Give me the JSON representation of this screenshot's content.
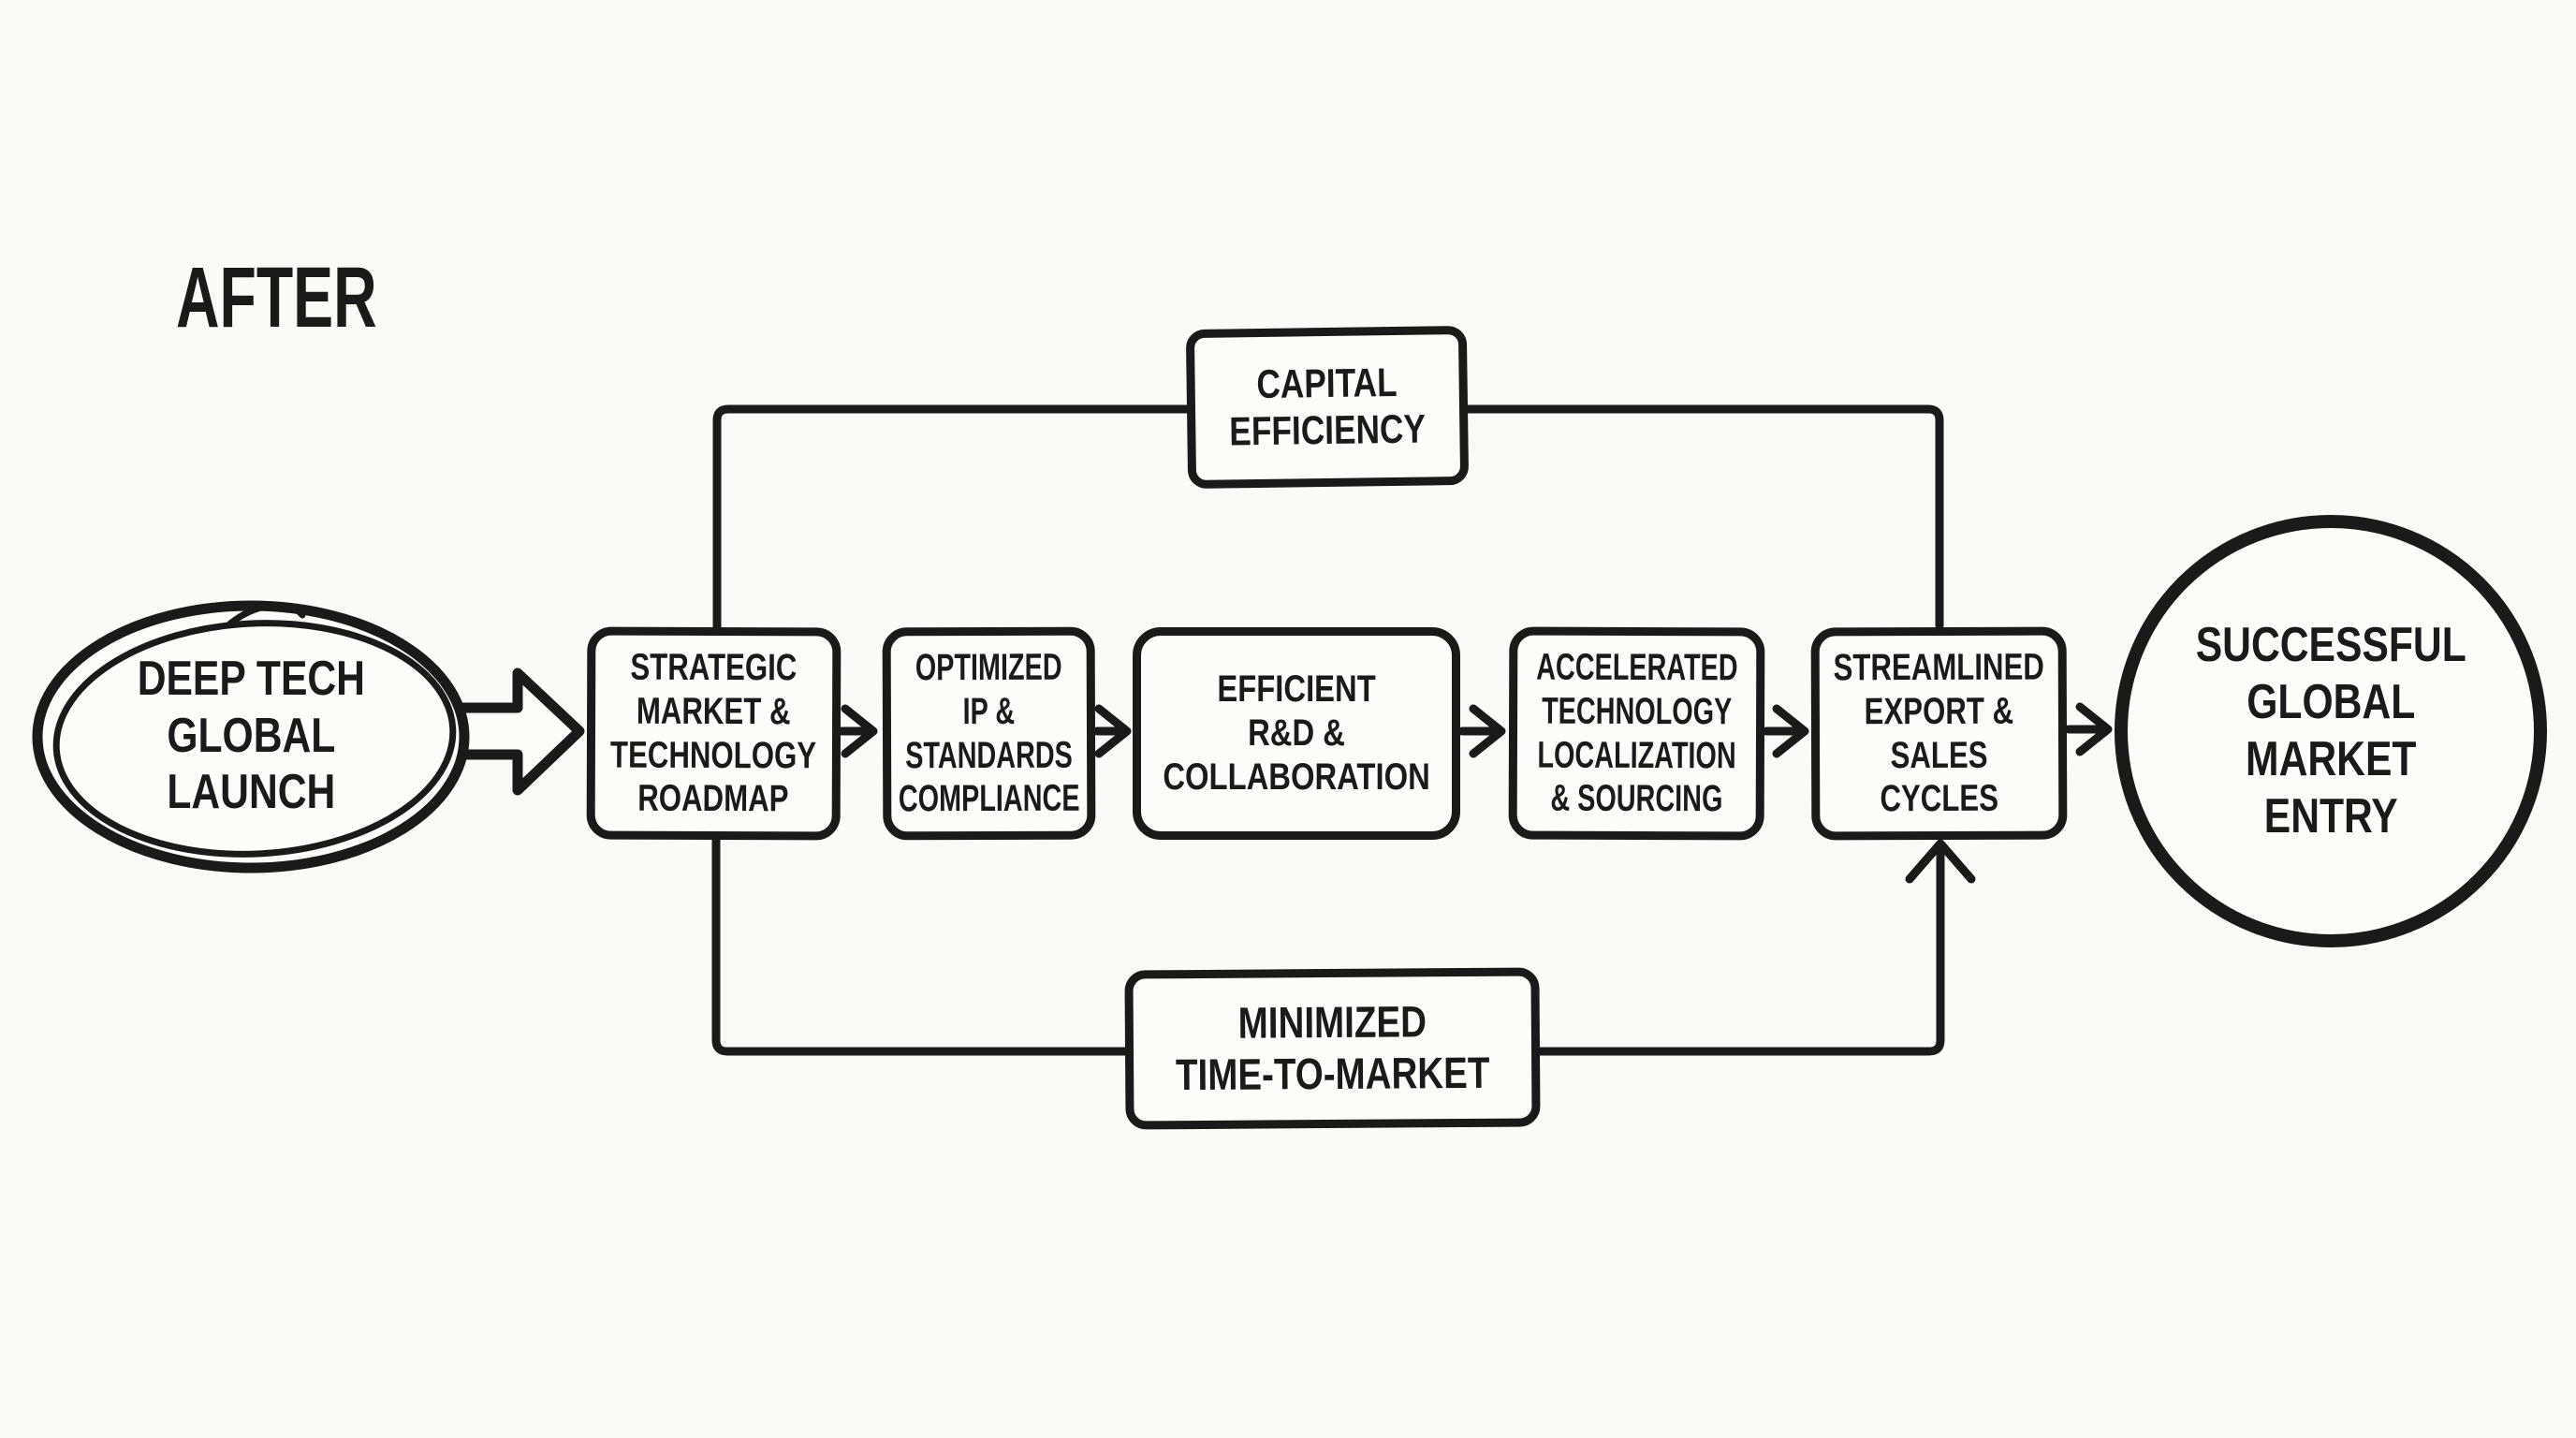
{
  "page": {
    "background": "#fbfaf7",
    "ink": "#1a1a1a",
    "fill": "#fdfcf9"
  },
  "header": {
    "title": "AFTER"
  },
  "diagram": {
    "start": {
      "shape": "ellipse",
      "label": "DEEP TECH\nGLOBAL\nLAUNCH"
    },
    "steps": [
      {
        "label": "STRATEGIC\nMARKET &\nTECHNOLOGY\nROADMAP"
      },
      {
        "label": "OPTIMIZED\nIP &\nSTANDARDS\nCOMPLIANCE"
      },
      {
        "label": "EFFICIENT\nR&D &\nCOLLABORATION"
      },
      {
        "label": "ACCELERATED\nTECHNOLOGY\nLOCALIZATION\n& SOURCING"
      },
      {
        "label": "STREAMLINED\nEXPORT &\nSALES\nCYCLES"
      }
    ],
    "benefit_top": {
      "label": "CAPITAL\nEFFICIENCY"
    },
    "benefit_bottom": {
      "label": "MINIMIZED\nTIME-TO-MARKET"
    },
    "end": {
      "shape": "circle",
      "label": "SUCCESSFUL\nGLOBAL\nMARKET\nENTRY"
    }
  }
}
